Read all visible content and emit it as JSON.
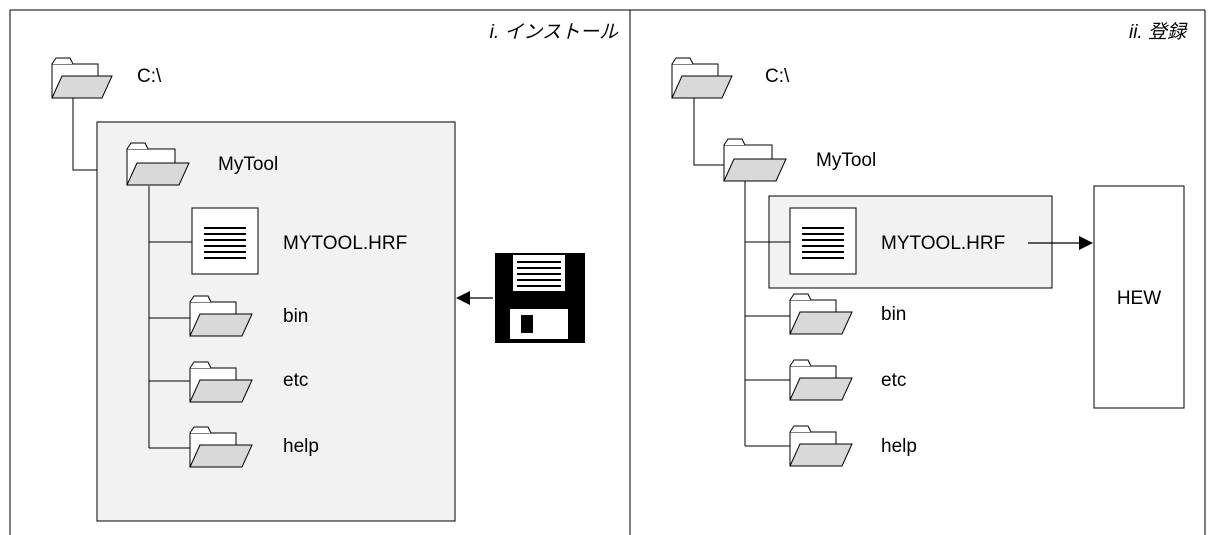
{
  "panels": [
    {
      "title": "i. インストール",
      "root_label": "C:\\",
      "tool_folder_label": "MyTool",
      "hrf_file_label": "MYTOOL.HRF",
      "subfolders": [
        "bin",
        "etc",
        "help"
      ]
    },
    {
      "title": "ii. 登録",
      "root_label": "C:\\",
      "tool_folder_label": "MyTool",
      "hrf_file_label": "MYTOOL.HRF",
      "subfolders": [
        "bin",
        "etc",
        "help"
      ],
      "target_label": "HEW"
    }
  ],
  "icons": {
    "folder": "folder-icon",
    "document": "document-icon",
    "floppy": "floppy-disk-icon",
    "arrow": "arrow-icon"
  },
  "colors": {
    "stroke": "#000000",
    "panel_fill": "#f2f2f2",
    "folder_fill": "#d9d9d9",
    "background": "#ffffff"
  }
}
